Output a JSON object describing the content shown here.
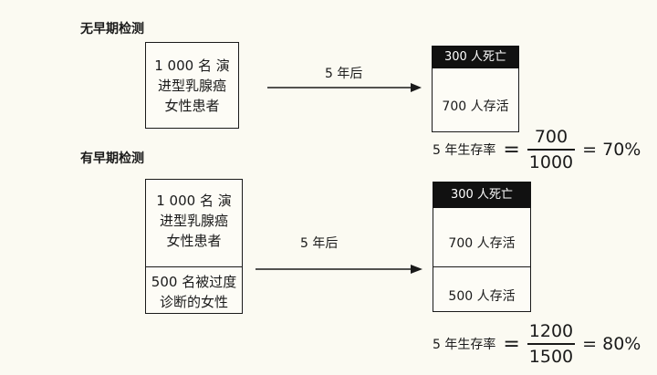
{
  "sections": {
    "without": {
      "title": "无早期检测",
      "patients_text": "1 000 名 演\n进型乳腺癌\n女性患者",
      "arrow_label": "5 年后",
      "outcome_dead": "300 人死亡",
      "outcome_alive": "700 人存活",
      "formula": {
        "label": "5 年生存率",
        "numerator": "700",
        "denominator": "1000",
        "result": "= 70%"
      }
    },
    "with": {
      "title": "有早期检测",
      "patients_text": "1 000 名 演\n进型乳腺癌\n女性患者",
      "overdiagnosed_text": "500 名被过度\n诊断的女性",
      "arrow_label": "5 年后",
      "outcome_dead": "300 人死亡",
      "outcome_alive": "700 人存活",
      "outcome_alive_extra": "500 人存活",
      "formula": {
        "label": "5 年生存率",
        "numerator": "1200",
        "denominator": "1500",
        "result": "= 80%"
      }
    }
  },
  "colors": {
    "line": "#1a1a1a",
    "dead_bg": "#111111",
    "background": "#fbfaf2"
  }
}
